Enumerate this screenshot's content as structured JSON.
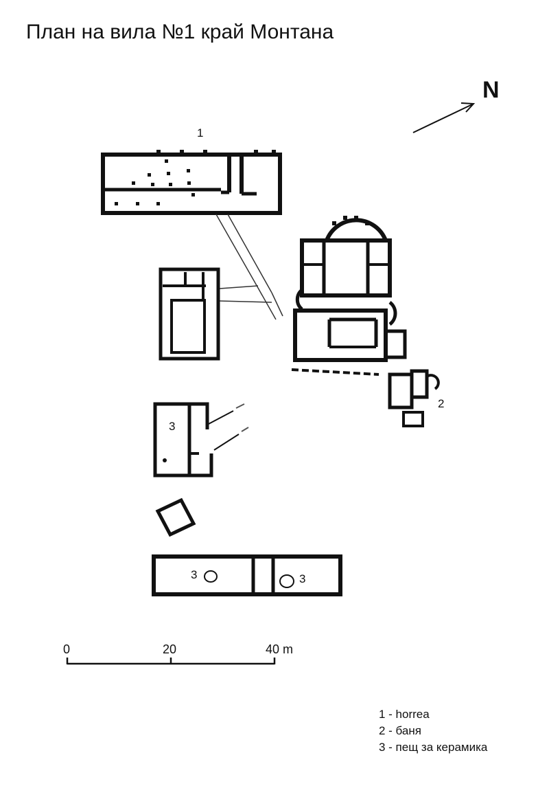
{
  "title": "План на вила №1 край Монтана",
  "north_label": "N",
  "building_labels": {
    "horrea": "1",
    "bath": "2",
    "kiln_west": "3",
    "kiln_south_left": "3",
    "kiln_south_right": "3"
  },
  "scale": {
    "ticks": [
      "0",
      "20",
      "40 m"
    ]
  },
  "legend": [
    "1 - horrea",
    "2 - баня",
    "3 - пещ за керамика"
  ]
}
